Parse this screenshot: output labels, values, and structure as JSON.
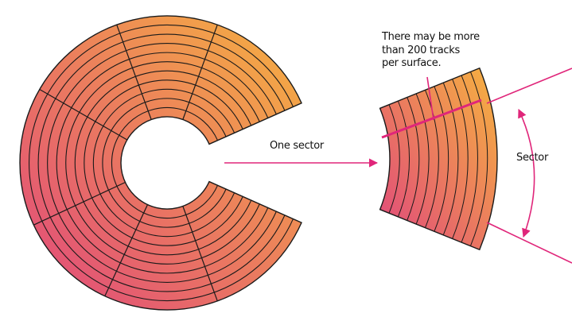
{
  "labels": {
    "tracks_note": [
      "There may be more",
      "than 200 tracks",
      "per surface."
    ],
    "one_sector": "One sector",
    "sector": "Sector"
  },
  "colors": {
    "gradient_start": "#e0467d",
    "gradient_end": "#f6b33f",
    "grid_lines": "#1a1a1a",
    "annotation": "#e0267a",
    "background": "#ffffff"
  },
  "disk": {
    "track_count": 11,
    "sector_divisions_visible": 7
  }
}
